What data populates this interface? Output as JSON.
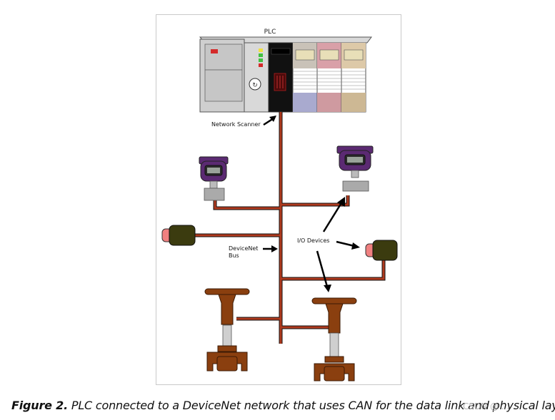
{
  "diagram": {
    "plc_label": "PLC",
    "network_scanner_label": "Network Scanner",
    "devicenet_bus_label_line1": "DeviceNet",
    "devicenet_bus_label_line2": "Bus",
    "io_devices_label": "I/O Devices"
  },
  "caption": {
    "label": "Figure 2.",
    "text": " PLC connected to a DeviceNet network that uses CAN for the data link and physical layer."
  },
  "watermark": "CSDN @ ...",
  "colors": {
    "bus": "#b03a1e",
    "transmitter": "#5b2a72",
    "valve": "#8a3f0f",
    "sensor_body": "#3b3b0f",
    "sensor_tip": "#f08080"
  }
}
